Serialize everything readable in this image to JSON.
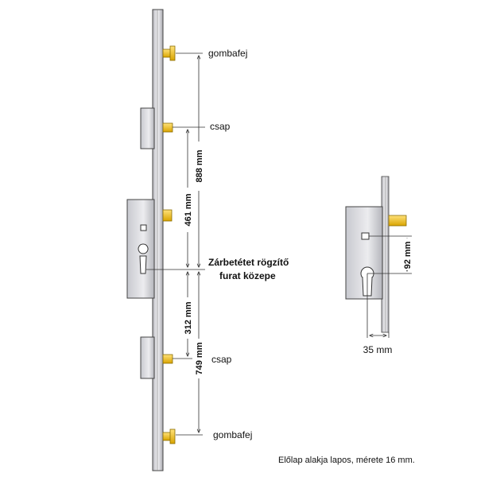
{
  "labels": {
    "top_knob": "gombafej",
    "upper_pin": "csap",
    "cylinder_center_line1": "Zárbetétet rögzítő",
    "cylinder_center_line2": "furat közepe",
    "lower_pin": "csap",
    "bottom_knob": "gombafej"
  },
  "dimensions": {
    "top_total": "888 mm",
    "top_pin": "461 mm",
    "bottom_pin": "312 mm",
    "bottom_total": "749 mm",
    "side_vertical": "92 mm",
    "side_horizontal": "35 mm"
  },
  "footnote": "Előlap alakja lapos, mérete 16 mm.",
  "colors": {
    "pin_gold": "#f0c020",
    "plate": "#e9e9ec",
    "case": "#dcdde2",
    "line": "#333333"
  }
}
